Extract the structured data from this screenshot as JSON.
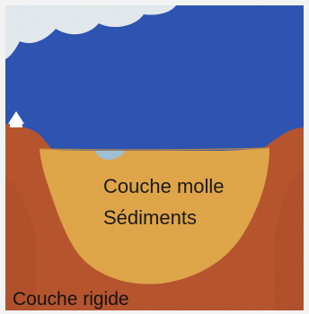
{
  "labels": {
    "soft_layer_line1": "Couche molle",
    "soft_layer_line2": "Sédiments",
    "rigid_layer": "Couche rigide"
  },
  "colors": {
    "sky": "#2f55b4",
    "cloud": "#e6ecef",
    "sediment": "#e3a84a",
    "rock": "#b9562e",
    "rock_dark": "#8f3f22",
    "water_pool": "#9fc0d3",
    "house": "#ffffff",
    "frame": "#f1f1f1"
  },
  "icons": {
    "house": "house-icon",
    "cloud": "cloud-icon"
  }
}
